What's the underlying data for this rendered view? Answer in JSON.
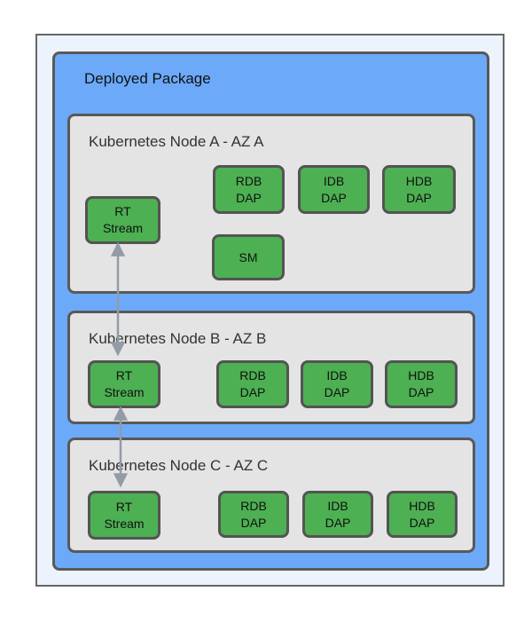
{
  "diagram": {
    "package_title": "Deployed Package",
    "nodes": [
      {
        "id": "node-a",
        "title": "Kubernetes Node A - AZ A",
        "boxes": [
          {
            "id": "rt-stream",
            "lines": [
              "RT",
              "Stream"
            ]
          },
          {
            "id": "rdb-dap",
            "lines": [
              "RDB",
              "DAP"
            ]
          },
          {
            "id": "idb-dap",
            "lines": [
              "IDB",
              "DAP"
            ]
          },
          {
            "id": "hdb-dap",
            "lines": [
              "HDB",
              "DAP"
            ]
          },
          {
            "id": "sm",
            "lines": [
              "SM"
            ]
          }
        ]
      },
      {
        "id": "node-b",
        "title": "Kubernetes Node B - AZ B",
        "boxes": [
          {
            "id": "rt-stream",
            "lines": [
              "RT",
              "Stream"
            ]
          },
          {
            "id": "rdb-dap",
            "lines": [
              "RDB",
              "DAP"
            ]
          },
          {
            "id": "idb-dap",
            "lines": [
              "IDB",
              "DAP"
            ]
          },
          {
            "id": "hdb-dap",
            "lines": [
              "HDB",
              "DAP"
            ]
          }
        ]
      },
      {
        "id": "node-c",
        "title": "Kubernetes Node C - AZ C",
        "boxes": [
          {
            "id": "rt-stream",
            "lines": [
              "RT",
              "Stream"
            ]
          },
          {
            "id": "rdb-dap",
            "lines": [
              "RDB",
              "DAP"
            ]
          },
          {
            "id": "idb-dap",
            "lines": [
              "IDB",
              "DAP"
            ]
          },
          {
            "id": "hdb-dap",
            "lines": [
              "HDB",
              "DAP"
            ]
          }
        ]
      }
    ],
    "connections": [
      {
        "from": "node-a.rt-stream",
        "to": "node-b.rt-stream",
        "bidirectional": true
      },
      {
        "from": "node-b.rt-stream",
        "to": "node-c.rt-stream",
        "bidirectional": true
      }
    ],
    "colors": {
      "outer_bg": "#EDF3FC",
      "package_bg": "#6CAAF9",
      "node_bg": "#E4E4E4",
      "box_green": "#4DB052",
      "border_dark": "#595959",
      "arrow_gray": "#939BA5"
    }
  }
}
